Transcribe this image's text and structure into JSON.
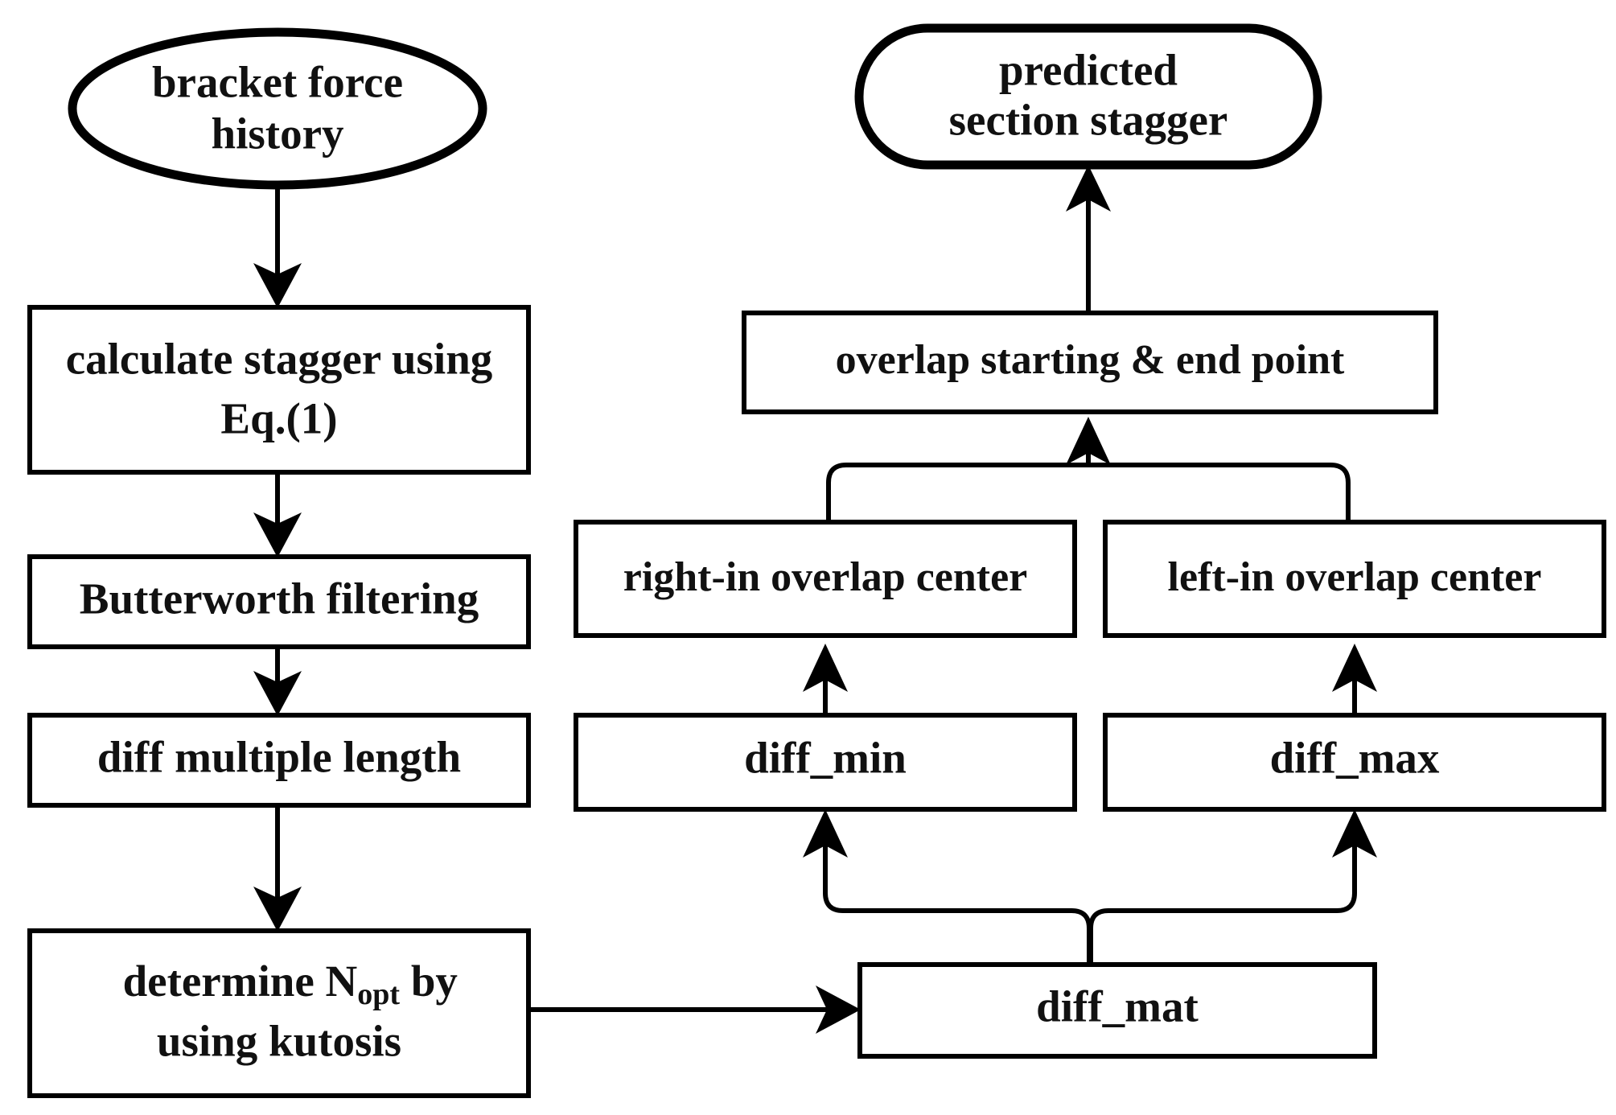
{
  "diagram": {
    "title": "bracket force stagger prediction flowchart",
    "type": "flowchart",
    "background_color": "#ffffff",
    "line_color": "#000000",
    "text_color": "#111111"
  },
  "nodes": {
    "bracket_force_history": {
      "id": "bracket-force-history",
      "shape": "ellipse",
      "line1": "bracket force",
      "line2": "history"
    },
    "calculate_stagger": {
      "id": "calculate-stagger",
      "shape": "rect",
      "line1": "calculate stagger using",
      "line2": "Eq.(1)"
    },
    "butterworth_filtering": {
      "id": "butterworth-filtering",
      "shape": "rect",
      "line1": "Butterworth filtering"
    },
    "diff_multiple_length": {
      "id": "diff-multiple-length",
      "shape": "rect",
      "line1": "diff multiple length"
    },
    "determine_nopt": {
      "id": "determine-nopt",
      "shape": "rect",
      "line1_a": "determine N",
      "line1_sub": "opt",
      "line1_b": " by",
      "line2": "using kutosis"
    },
    "diff_mat": {
      "id": "diff-mat",
      "shape": "rect",
      "line1": "diff_mat"
    },
    "diff_min": {
      "id": "diff-min",
      "shape": "rect",
      "line1": "diff_min"
    },
    "diff_max": {
      "id": "diff-max",
      "shape": "rect",
      "line1": "diff_max"
    },
    "right_in_overlap_center": {
      "id": "right-in-overlap-center",
      "shape": "rect",
      "line1": "right-in overlap center"
    },
    "left_in_overlap_center": {
      "id": "left-in-overlap-center",
      "shape": "rect",
      "line1": "left-in overlap center"
    },
    "overlap_start_end": {
      "id": "overlap-starting-end-point",
      "shape": "rect",
      "line1": "overlap starting & end point"
    },
    "predicted_section_stagger": {
      "id": "predicted-section-stagger",
      "shape": "stadium",
      "line1": "predicted",
      "line2": "section stagger"
    }
  },
  "edges": [
    {
      "from": "bracket force history",
      "to": "calculate stagger using Eq.(1)",
      "style": "straight-arrow-down"
    },
    {
      "from": "calculate stagger using Eq.(1)",
      "to": "Butterworth filtering",
      "style": "straight-arrow-down"
    },
    {
      "from": "Butterworth filtering",
      "to": "diff multiple length",
      "style": "straight-arrow-down"
    },
    {
      "from": "diff multiple length",
      "to": "determine Nopt by using kutosis",
      "style": "straight-arrow-down"
    },
    {
      "from": "determine Nopt by using kutosis",
      "to": "diff_mat",
      "style": "straight-arrow-right"
    },
    {
      "from": "diff_mat",
      "to": "diff_min",
      "style": "fork-arrow-up"
    },
    {
      "from": "diff_mat",
      "to": "diff_max",
      "style": "fork-arrow-up"
    },
    {
      "from": "diff_min",
      "to": "right-in overlap center",
      "style": "straight-arrow-up"
    },
    {
      "from": "diff_max",
      "to": "left-in overlap center",
      "style": "straight-arrow-up"
    },
    {
      "from": "right-in overlap center",
      "to": "overlap starting & end point",
      "style": "merge-arrow-up"
    },
    {
      "from": "left-in overlap center",
      "to": "overlap starting & end point",
      "style": "merge-arrow-up"
    },
    {
      "from": "overlap starting & end point",
      "to": "predicted section stagger",
      "style": "straight-arrow-up"
    }
  ]
}
